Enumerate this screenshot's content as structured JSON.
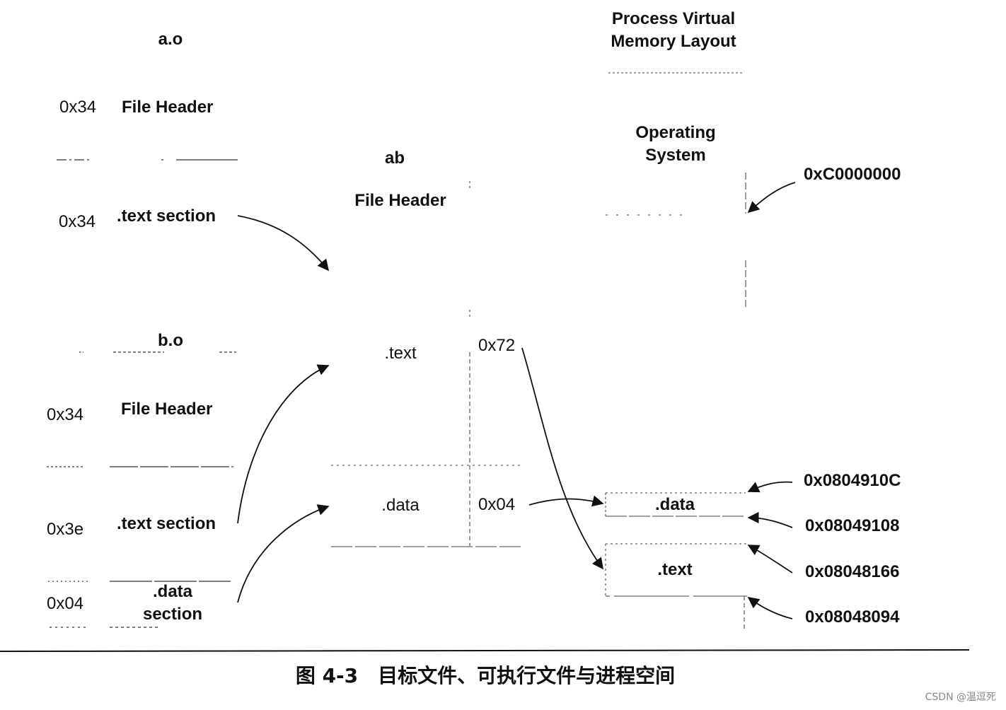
{
  "a_o": {
    "title": "a.o",
    "file_header_offset": "0x34",
    "file_header_label": "File Header",
    "text_offset": "0x34",
    "text_label": ".text section"
  },
  "b_o": {
    "title": "b.o",
    "file_header_offset": "0x34",
    "file_header_label": "File Header",
    "text_offset": "0x3e",
    "text_label": ".text section",
    "data_offset": "0x04",
    "data_label_line1": ".data",
    "data_label_line2": "section"
  },
  "ab": {
    "title": "ab",
    "file_header_label": "File Header",
    "text_label": ".text",
    "text_size": "0x72",
    "data_label": ".data",
    "data_size": "0x04"
  },
  "vm": {
    "title_line1": "Process Virtual",
    "title_line2": "Memory Layout",
    "os_line1": "Operating",
    "os_line2": "System",
    "data_label": ".data",
    "text_label": ".text",
    "addr_kernel": "0xC0000000",
    "addr_data_end": "0x0804910C",
    "addr_data_start": "0x08049108",
    "addr_text_end": "0x08048166",
    "addr_text_start": "0x08048094"
  },
  "caption": "图 4-3　目标文件、可执行文件与进程空间",
  "watermark": "CSDN @温逗死"
}
